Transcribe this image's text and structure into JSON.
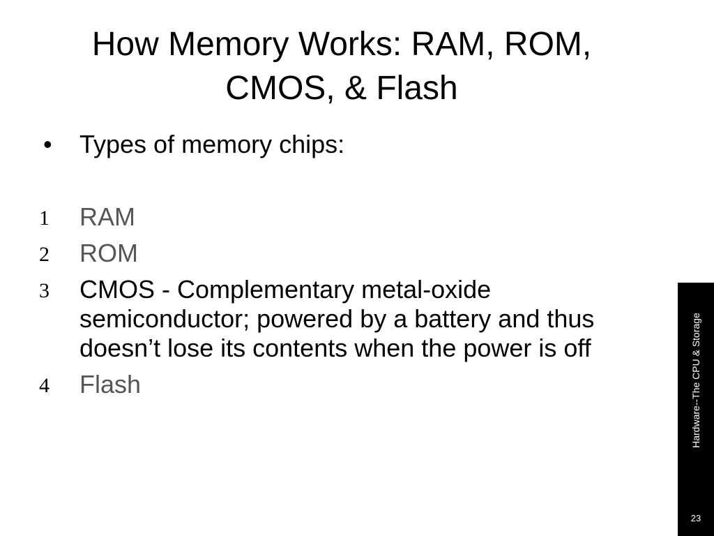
{
  "slide": {
    "title_line1": "How Memory Works:  RAM, ROM,",
    "title_line2": "CMOS, & Flash",
    "bullet": {
      "symbol": "•",
      "text": "Types of memory chips:"
    },
    "items": [
      {
        "number": "1",
        "text": "RAM"
      },
      {
        "number": "2",
        "text": "ROM"
      },
      {
        "number": "3",
        "text": "CMOS - Complementary metal-oxide semiconductor; powered by a battery and thus doesn’t lose its contents when the power is off"
      },
      {
        "number": "4",
        "text": "Flash"
      }
    ],
    "side_label": "Hardware--The CPU & Storage",
    "page_number": "23",
    "colors": {
      "background": "#ffffff",
      "text": "#000000",
      "muted_text": "#555555",
      "side_band": "#000000"
    }
  }
}
